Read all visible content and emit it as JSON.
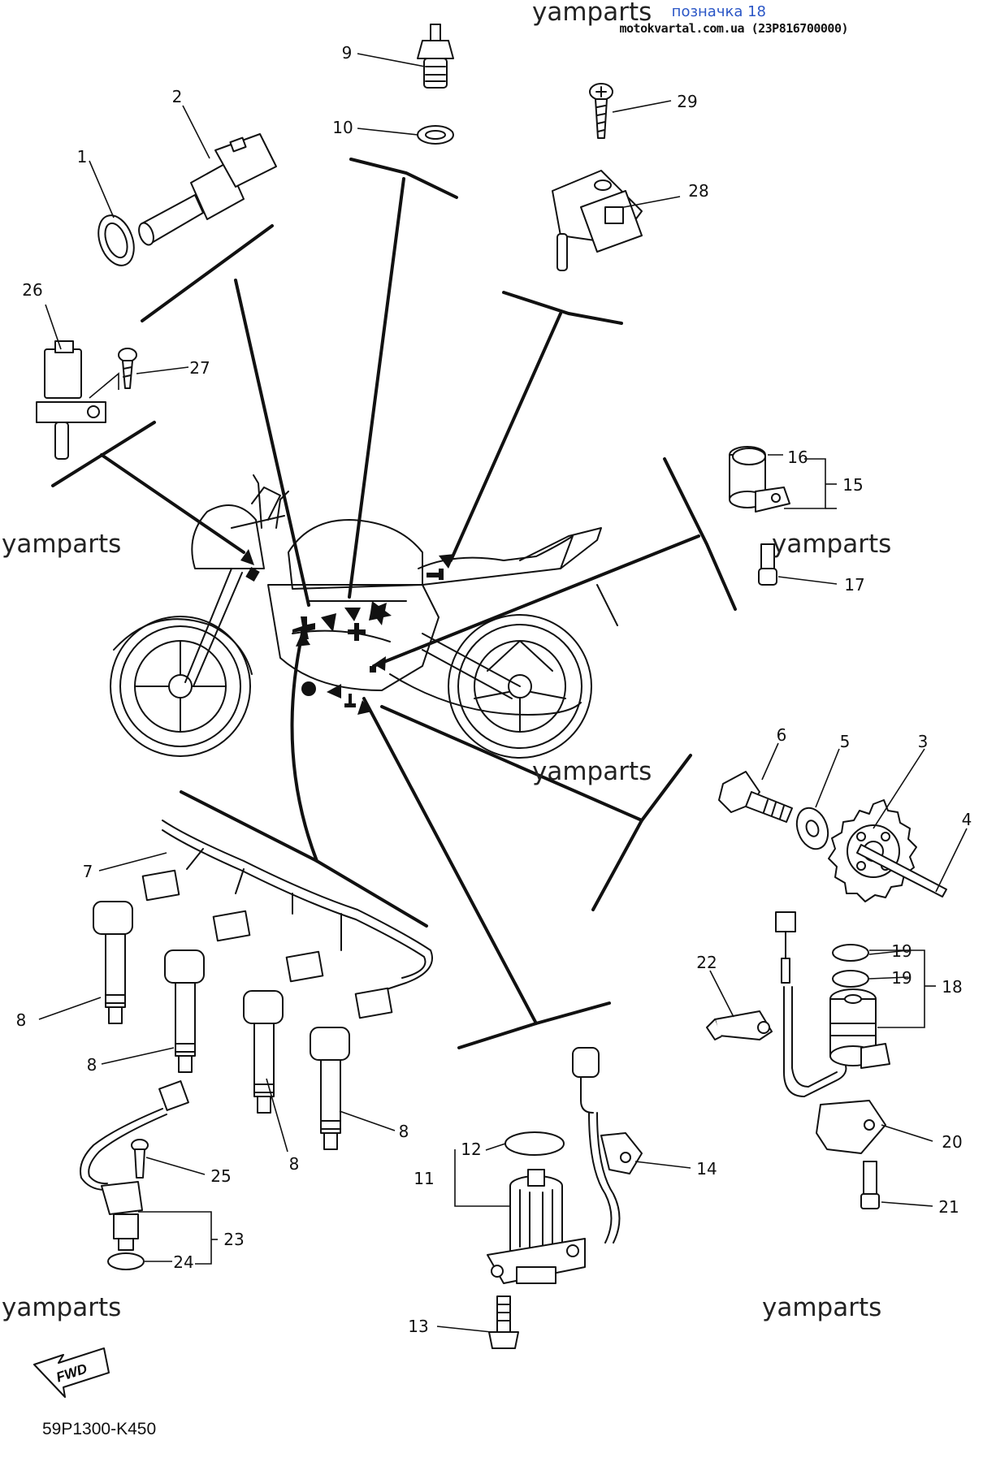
{
  "header": {
    "title": "позначка 18",
    "subtitle": "motokvartal.com.ua (23P816700000)"
  },
  "watermarks": [
    "yamparts",
    "yamparts",
    "yamparts",
    "yamparts",
    "yamparts",
    "yamparts"
  ],
  "diagram_code": "59P1300-K450",
  "fwd_label": "FWD",
  "callouts": [
    "1",
    "2",
    "3",
    "4",
    "5",
    "6",
    "7",
    "8",
    "8",
    "8",
    "8",
    "9",
    "10",
    "11",
    "12",
    "13",
    "14",
    "15",
    "16",
    "17",
    "18",
    "19",
    "19",
    "20",
    "21",
    "22",
    "23",
    "24",
    "25",
    "26",
    "27",
    "28",
    "29"
  ],
  "colors": {
    "header_title": "#2a56c6",
    "ink": "#111111"
  }
}
